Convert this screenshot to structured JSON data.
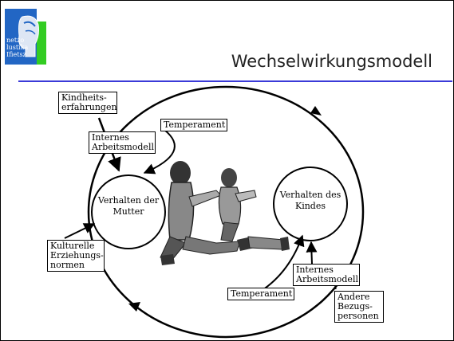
{
  "slide": {
    "title": "Wechselwirkungsmodell",
    "logo": {
      "lines": [
        "netzo",
        "lustika",
        "Ifietsz"
      ]
    },
    "accent_color": "#3a3ad8"
  },
  "diagram": {
    "mother_circle": "Verhalten der Mutter",
    "child_circle": "Verhalten des Kindes",
    "boxes": {
      "kindheitserfahrungen": "Kindheits-\nerfahrungen",
      "internes_mutter": "Internes\nArbeitsmodell",
      "temperament_mutter": "Temperament",
      "kulturelle": "Kulturelle\nErziehungs-\nnormen",
      "internes_kind": "Internes\nArbeitsmodell",
      "temperament_kind": "Temperament",
      "andere": "Andere\nBezugs-\npersonen"
    }
  }
}
